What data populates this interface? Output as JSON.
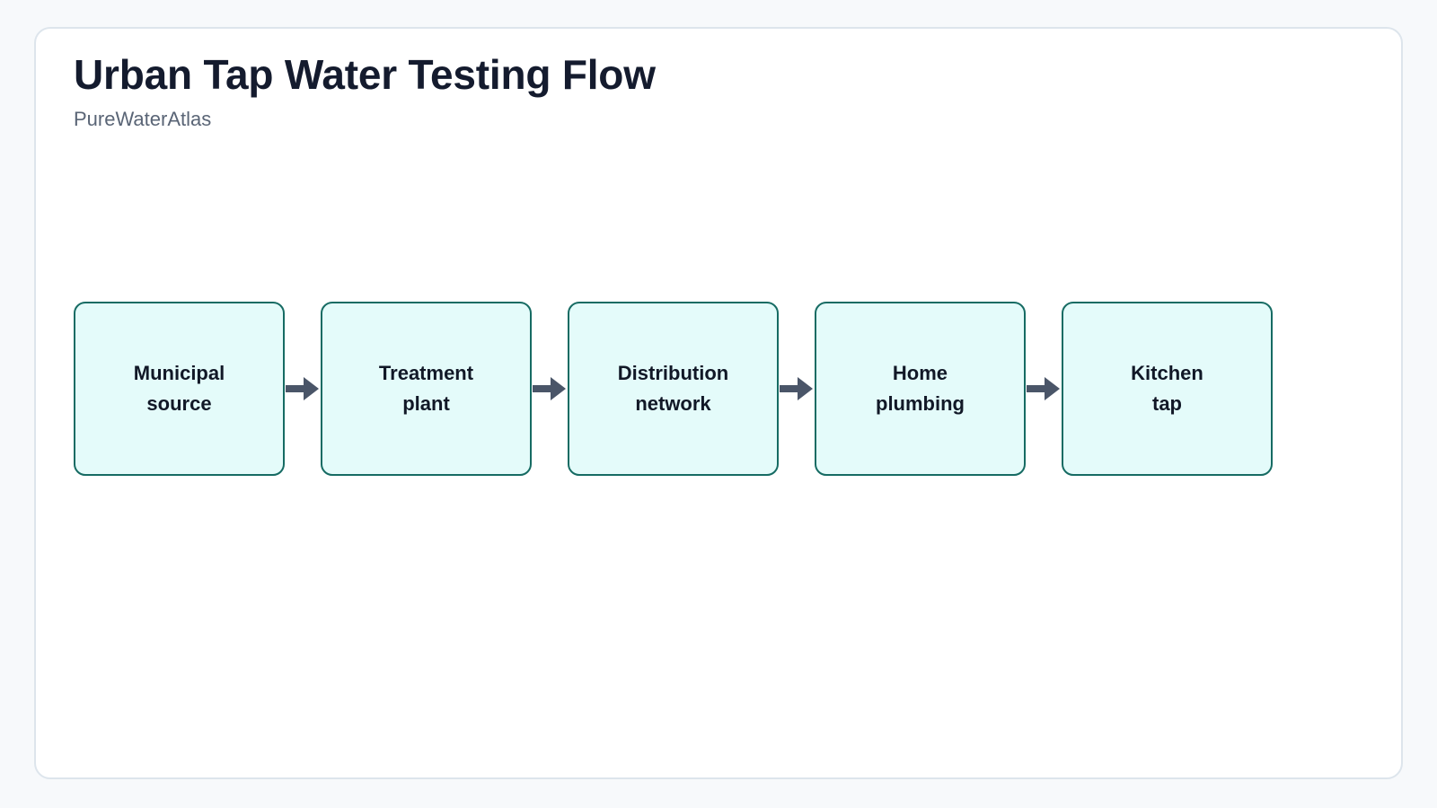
{
  "page": {
    "background_color": "#f7f9fb",
    "card_background": "#ffffff",
    "card_border_color": "#dde5ec"
  },
  "header": {
    "title": "Urban Tap Water Testing Flow",
    "subtitle": "PureWaterAtlas"
  },
  "theme": {
    "node_fill": "#e4fbfa",
    "node_border": "#166b63",
    "node_text": "#111827",
    "arrow_color": "#4a5568",
    "title_color": "#141b2e",
    "subtitle_color": "#5a6576"
  },
  "chart_data": {
    "type": "diagram",
    "diagram_kind": "linear-flowchart",
    "title": "Urban Tap Water Testing Flow",
    "subtitle": "PureWaterAtlas",
    "orientation": "left-to-right",
    "node_count": 5,
    "nodes": [
      {
        "id": "municipal-source",
        "label": "Municipal\nsource"
      },
      {
        "id": "treatment-plant",
        "label": "Treatment\nplant"
      },
      {
        "id": "distribution-network",
        "label": "Distribution\nnetwork"
      },
      {
        "id": "home-plumbing",
        "label": "Home\nplumbing"
      },
      {
        "id": "kitchen-tap",
        "label": "Kitchen\ntap"
      }
    ],
    "edges": [
      {
        "from": "municipal-source",
        "to": "treatment-plant",
        "label": "",
        "marker": "arrow"
      },
      {
        "from": "treatment-plant",
        "to": "distribution-network",
        "label": "",
        "marker": "arrow"
      },
      {
        "from": "distribution-network",
        "to": "home-plumbing",
        "label": "",
        "marker": "arrow"
      },
      {
        "from": "home-plumbing",
        "to": "kitchen-tap",
        "label": "",
        "marker": "arrow"
      }
    ]
  }
}
